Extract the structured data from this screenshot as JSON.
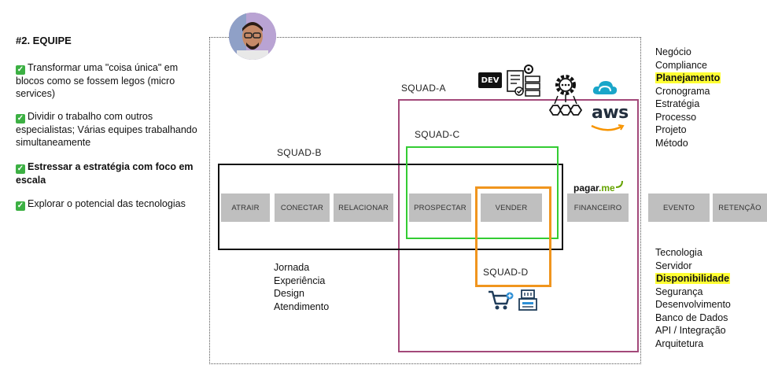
{
  "left_column": {
    "title": "#2. EQUIPE",
    "bullets": [
      {
        "text": "Transformar uma \"coisa única\" em blocos como se fossem legos (micro services)",
        "bold": false
      },
      {
        "text": "Dividir o trabalho com outros especialistas; Várias equipes trabalhando simultaneamente",
        "bold": false
      },
      {
        "text": "Estressar a estratégia com foco em escala",
        "bold": true
      },
      {
        "text": "Explorar o potencial das tecnologias",
        "bold": false
      }
    ],
    "check_color": "#3cb043"
  },
  "squads": {
    "a": "SQUAD-A",
    "b": "SQUAD-B",
    "c": "SQUAD-C",
    "d": "SQUAD-D",
    "colors": {
      "a": "#a3497a",
      "b": "#111111",
      "c": "#33cc33",
      "d": "#f0951e"
    }
  },
  "steps": [
    "ATRAIR",
    "CONECTAR",
    "RELACIONAR",
    "PROSPECTAR",
    "VENDER",
    "FINANCEIRO",
    "EVENTO",
    "RETENÇÃO"
  ],
  "journey_words": [
    "Jornada",
    "Experiência",
    "Design",
    "Atendimento"
  ],
  "top_words": [
    "Negócio",
    "Compliance",
    "Planejamento",
    "Cronograma",
    "Estratégia",
    "Processo",
    "Projeto",
    "Método"
  ],
  "top_highlight": "Planejamento",
  "bottom_words": [
    "Tecnologia",
    "Servidor",
    "Disponibilidade",
    "Segurança",
    "Desenvolvimento",
    "Banco de Dados",
    "API / Integração",
    "Arquitetura"
  ],
  "bottom_highlight": "Disponibilidade",
  "highlight_color": "#ffff33",
  "logos": {
    "dev": "DEV",
    "aws": "aws",
    "pagarme_main": "pagar",
    "pagarme_dot": ".me"
  },
  "icons": [
    "avatar-photo",
    "dev-logo",
    "document-gear-icon",
    "server-gear-icon",
    "digital-ocean-cloud-icon",
    "aws-logo",
    "pagarme-logo",
    "shopping-cart-icon",
    "cash-register-icon"
  ]
}
